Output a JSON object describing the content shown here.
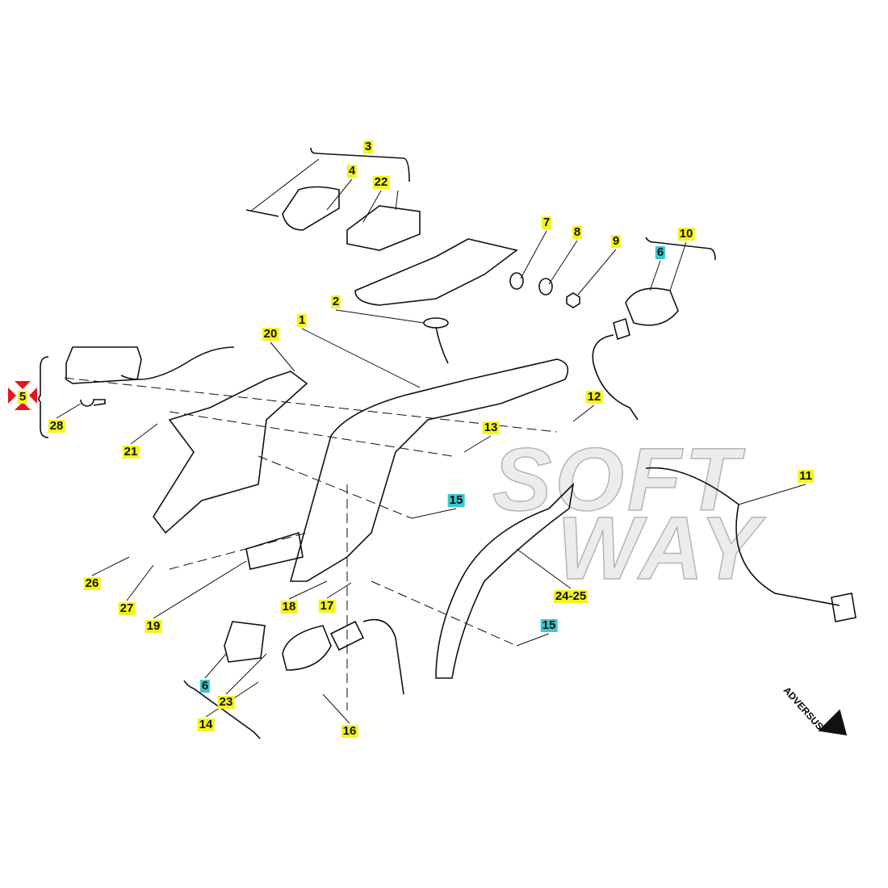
{
  "diagram": {
    "watermark": [
      "SOFT",
      "WAY"
    ],
    "orientation_mark": "ADVERSUS",
    "colors": {
      "label_highlight": "#f5f51a",
      "alt_highlight": "#3cc7cf",
      "selection": "#e8141a"
    },
    "labels": [
      {
        "id": "3",
        "hl": "yellow"
      },
      {
        "id": "4",
        "hl": "yellow"
      },
      {
        "id": "22",
        "hl": "yellow"
      },
      {
        "id": "7",
        "hl": "yellow"
      },
      {
        "id": "8",
        "hl": "yellow"
      },
      {
        "id": "9",
        "hl": "yellow"
      },
      {
        "id": "10",
        "hl": "yellow"
      },
      {
        "id": "6",
        "hl": "cyan"
      },
      {
        "id": "2",
        "hl": "yellow"
      },
      {
        "id": "1",
        "hl": "yellow"
      },
      {
        "id": "20",
        "hl": "yellow"
      },
      {
        "id": "5",
        "hl": "yellow",
        "selected": true
      },
      {
        "id": "28",
        "hl": "yellow"
      },
      {
        "id": "21",
        "hl": "yellow"
      },
      {
        "id": "12",
        "hl": "yellow"
      },
      {
        "id": "13",
        "hl": "yellow"
      },
      {
        "id": "15",
        "hl": "cyan"
      },
      {
        "id": "11",
        "hl": "yellow"
      },
      {
        "id": "26",
        "hl": "yellow"
      },
      {
        "id": "27",
        "hl": "yellow"
      },
      {
        "id": "19",
        "hl": "yellow"
      },
      {
        "id": "18",
        "hl": "yellow"
      },
      {
        "id": "17",
        "hl": "yellow"
      },
      {
        "id": "24-25",
        "hl": "yellow"
      },
      {
        "id": "15",
        "hl": "cyan"
      },
      {
        "id": "6",
        "hl": "cyan"
      },
      {
        "id": "23",
        "hl": "yellow"
      },
      {
        "id": "14",
        "hl": "yellow"
      },
      {
        "id": "16",
        "hl": "yellow"
      }
    ]
  }
}
